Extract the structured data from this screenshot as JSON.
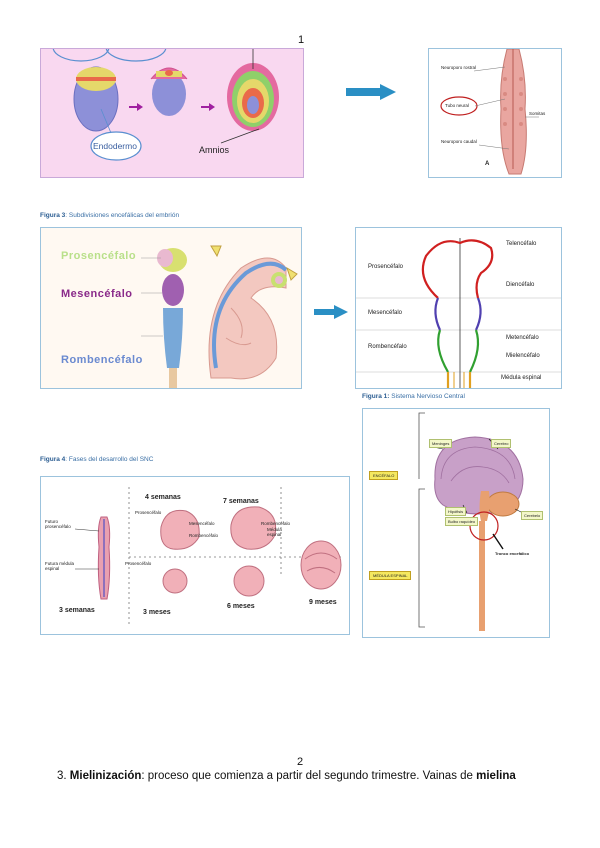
{
  "page": {
    "number_top": "1",
    "number_bottom": "2"
  },
  "fig_top_left": {
    "label_endodermo": "Endodermo",
    "label_amnios": "Amnios"
  },
  "fig_top_right": {
    "label_neuroporo_rostral": "Neuroporo rostral",
    "label_tubo_neural": "Tubo neural",
    "label_somitas": "Somitas",
    "label_neuroporo_caudal": "Neuroporo caudal",
    "label_a": "A"
  },
  "figure3": {
    "caption_bold": "Figura 3",
    "caption_text": ": Subdivisiones encefálicas del embrión",
    "prosencefalo": "Prosencéfalo",
    "mesencefalo": "Mesencéfalo",
    "rombencefalo": "Rombencéfalo",
    "prosencefalo_color": "#b9e08a",
    "mesencefalo_color": "#8a2a8a",
    "rombencefalo_color": "#6a8ad0"
  },
  "figure3_right": {
    "telencefalo": "Telencéfalo",
    "prosencefalo": "Prosencéfalo",
    "diencefalo": "Diencéfalo",
    "mesencefalo": "Mesencéfalo",
    "rombencefalo": "Rombencéfalo",
    "metencefalo": "Metencéfalo",
    "mielencefalo": "Mielencéfalo",
    "medula": "Médula espinal"
  },
  "figure1": {
    "caption_bold": "Figura 1:",
    "caption_text": " Sistema Nervioso Central",
    "meninges": "Meninges",
    "cerebro": "Cerebro",
    "encefalo": "ENCÉFALO",
    "hipofisis": "Hipófisis",
    "bulbo": "Bulbo raquídeo",
    "cerebelo": "Cerebelo",
    "tronco": "Tronco encefálico",
    "medula": "MÉDULA ESPINAL"
  },
  "figure4": {
    "caption_bold": "Figura 4",
    "caption_text": ": Fases del desarrollo del SNC",
    "futuro_prosencefalo": "Futuro prosencéfalo",
    "futura_medula": "Futura médula espinal",
    "tres_semanas": "3 semanas",
    "cuatro_semanas": "4 semanas",
    "siete_semanas": "7 semanas",
    "prosencefalo_a": "Prosencéfalo",
    "mesencefalo": "Mesencéfalo",
    "rombencefalo_a": "Rombencéfalo",
    "rombencefalo_b": "Rombencéfalo",
    "medula_espinal": "Médula espinal",
    "prosencefalo_b": "Prosencéfalo",
    "tres_meses": "3 meses",
    "seis_meses": "6 meses",
    "nueve_meses": "9 meses"
  },
  "body": {
    "prefix": "3. ",
    "term": "Mielinización",
    "middle": ": proceso que comienza a partir del segundo trimestre. Vainas de ",
    "term2": "mielina"
  },
  "colors": {
    "accent_arrow": "#2a8fc4",
    "caption_blue": "#3a6fa5",
    "panel_border": "#9cc3dd"
  }
}
